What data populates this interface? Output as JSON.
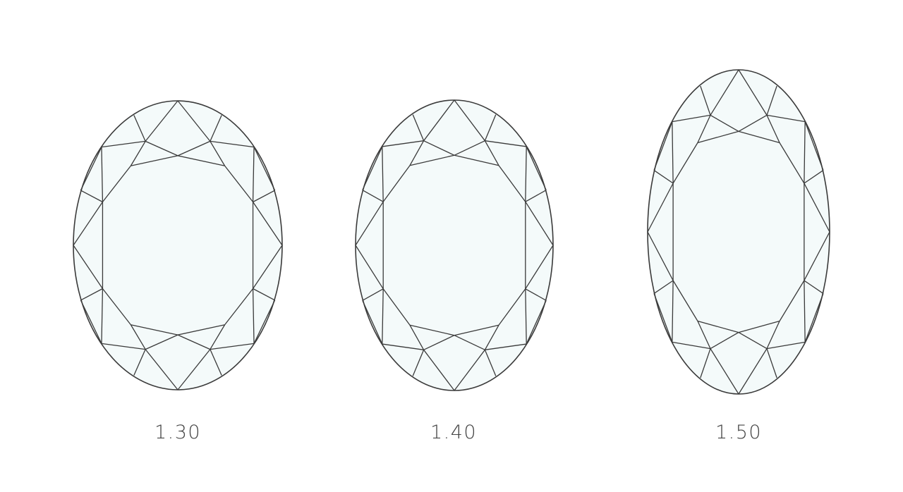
{
  "diagram": {
    "stone_shape": "oval",
    "outline_color": "#3a3a3a",
    "fill_color": "#f4fafa",
    "stones": [
      {
        "ratio_label": "1.30",
        "length_to_width": 1.3
      },
      {
        "ratio_label": "1.40",
        "length_to_width": 1.4
      },
      {
        "ratio_label": "1.50",
        "length_to_width": 1.5
      }
    ]
  }
}
